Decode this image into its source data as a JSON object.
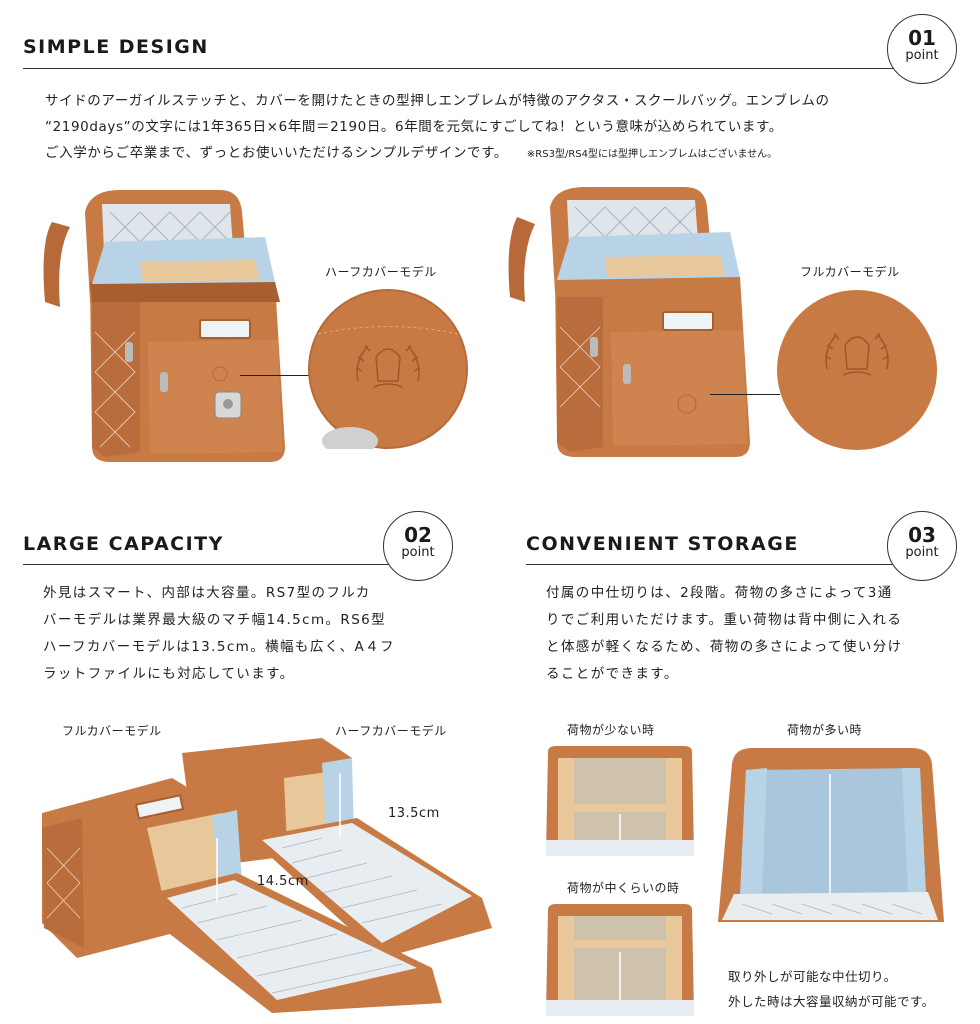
{
  "sections": {
    "simple_design": {
      "title": "SIMPLE DESIGN",
      "badge_num": "01",
      "badge_word": "point",
      "lines": [
        "サイドのアーガイルステッチと、カバーを開けたときの型押しエンブレムが特徴のアクタス・スクールバッグ。エンブレムの",
        "“2190days”の文字には1年365日×6年間＝2190日。6年間を元気にすごしてね！という意味が込められています。",
        "ご入学からご卒業まで、ずっとお使いいただけるシンプルデザインです。"
      ],
      "note": "※RS3型/RS4型には型押しエンブレムはございません。",
      "label_half": "ハーフカバーモデル",
      "label_full": "フルカバーモデル"
    },
    "large_capacity": {
      "title": "LARGE CAPACITY",
      "badge_num": "02",
      "badge_word": "point",
      "lines": [
        "外見はスマート、内部は大容量。RS7型のフルカ",
        "バーモデルは業界最大級のマチ幅14.5cm。RS6型",
        "ハーフカバーモデルは13.5cm。横幅も広く、A４フ",
        "ラットファイルにも対応しています。"
      ],
      "label_full": "フルカバーモデル",
      "label_half": "ハーフカバーモデル",
      "dim_half": "13.5cm",
      "dim_full": "14.5cm"
    },
    "convenient_storage": {
      "title": "CONVENIENT STORAGE",
      "badge_num": "03",
      "badge_word": "point",
      "lines": [
        "付属の中仕切りは、2段階。荷物の多さによって3通",
        "りでご利用いただけます。重い荷物は背中側に入れる",
        "と体感が軽くなるため、荷物の多さによって使い分け",
        "ることができます。"
      ],
      "label_few": "荷物が少ない時",
      "label_many": "荷物が多い時",
      "label_medium": "荷物が中くらいの時",
      "caption_lines": [
        "取り外しが可能な中仕切り。",
        "外した時は大容量収納が可能です。"
      ]
    }
  },
  "colors": {
    "leather": "#c87a45",
    "leather_dark": "#9e5728",
    "leather_light": "#e4a477",
    "lining_blue": "#b9d3e6",
    "lining_pattern": "#dfe5ea",
    "tan_board": "#e8c79a"
  }
}
